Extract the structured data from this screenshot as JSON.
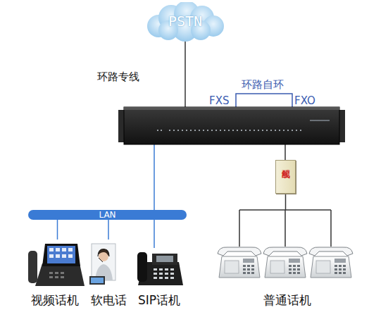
{
  "diagram": {
    "nodes": [
      {
        "text": [
          "PSTN"
        ]
      },
      {
        "text": [
          "配线箱"
        ]
      },
      {
        "text": [
          "LAN"
        ]
      },
      {
        "text": [
          "视频话机"
        ]
      },
      {
        "text": [
          "软电话"
        ]
      },
      {
        "text": [
          "SIP话机"
        ]
      },
      {
        "text": [
          "普通话机"
        ]
      }
    ],
    "edges": [
      {
        "from": 2,
        "to": 3,
        "arrow": "none"
      },
      {
        "from": 2,
        "to": 4,
        "arrow": "none"
      },
      {
        "from": 1,
        "to": 6,
        "arrow": "none"
      }
    ],
    "labels": [
      "环路专线",
      "FXS",
      "环路自环",
      "FXO"
    ]
  }
}
